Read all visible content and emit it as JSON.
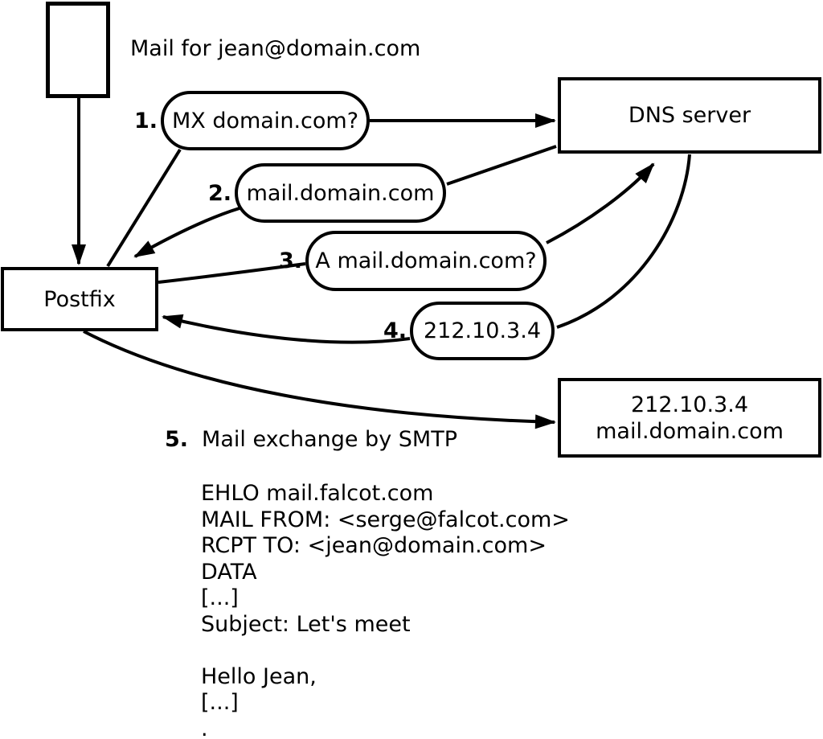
{
  "title": "Mail for jean@domain.com",
  "nodes": {
    "postfix": "Postfix",
    "dns_server": "DNS server",
    "mail_server": {
      "line1": "212.10.3.4",
      "line2": "mail.domain.com"
    }
  },
  "steps": [
    {
      "num": "1.",
      "label": "MX domain.com?"
    },
    {
      "num": "2.",
      "label": "mail.domain.com"
    },
    {
      "num": "3.",
      "label": "A mail.domain.com?"
    },
    {
      "num": "4.",
      "label": "212.10.3.4"
    },
    {
      "num": "5.",
      "label": "Mail exchange by SMTP"
    }
  ],
  "smtp_session": {
    "lines": [
      "EHLO mail.falcot.com",
      "MAIL FROM: <serge@falcot.com>",
      "RCPT TO: <jean@domain.com>",
      "DATA",
      "[...]",
      "Subject: Let's meet",
      "",
      "Hello Jean,",
      "[...]",
      "."
    ]
  },
  "colors": {
    "line": "#000000",
    "text": "#000000",
    "background": "#ffffff"
  }
}
